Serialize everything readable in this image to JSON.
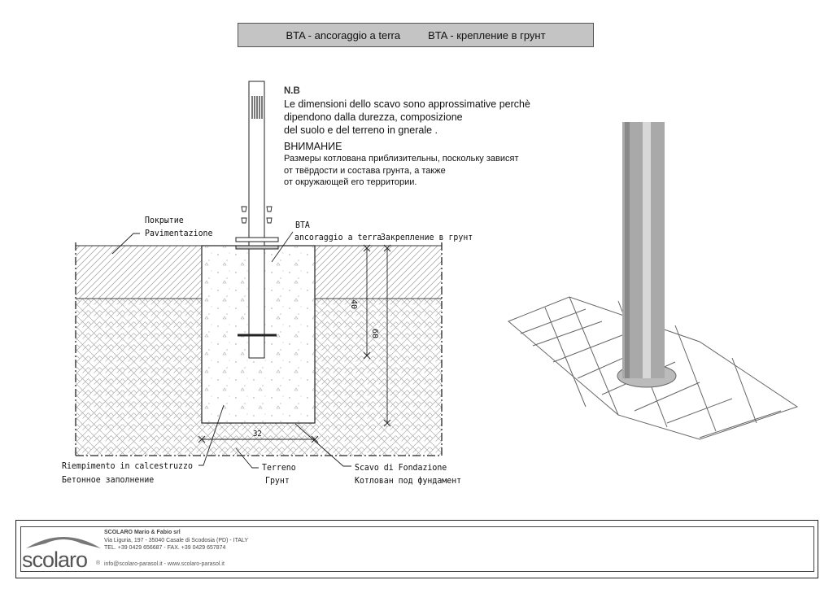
{
  "header": {
    "title_it": "BTA - ancoraggio a terra",
    "title_ru": "BTA - крепление в грунт"
  },
  "note": {
    "nb_label": "N.B",
    "it_lines": [
      "Le dimensioni dello scavo sono approssimative perchè",
      "dipendono dalla durezza, composizione",
      "del suolo e del terreno in gnerale ."
    ],
    "ru_heading": "ВНИМАНИЕ",
    "ru_lines": [
      "Размеры котлована приблизительны, поскольку зависят",
      "от твёрдости и состава грунта, а также",
      "от окружающей его территории."
    ]
  },
  "drawing": {
    "paving_ru": "Покрытие",
    "paving_it": "Pavimentazione",
    "bta": "BTA",
    "bta_it": "ancoraggio a terra",
    "bta_ru": "Закрепление в грунт",
    "dim_40": "40",
    "dim_60": "60",
    "dim_32": "32",
    "fill_it": "Riempimento in calcestruzzo",
    "fill_ru": "Бетонное заполнение",
    "soil_it": "Terreno",
    "soil_ru": "Грунт",
    "excav_it": "Scavo di Fondazione",
    "excav_ru": "Котлован под фундамент"
  },
  "footer": {
    "brand": "scolaro",
    "registered": "®",
    "company": "SCOLARO Mario & Fabio srl",
    "address": "Via Liguria, 197 - 35040 Casale di Scodosia (PD) - ITALY",
    "phone": "TEL. +39 0429 656687 - FAX. +39 0429 657874",
    "contact": "info@scolaro-parasol.it  - www.scolaro-parasol.it"
  }
}
